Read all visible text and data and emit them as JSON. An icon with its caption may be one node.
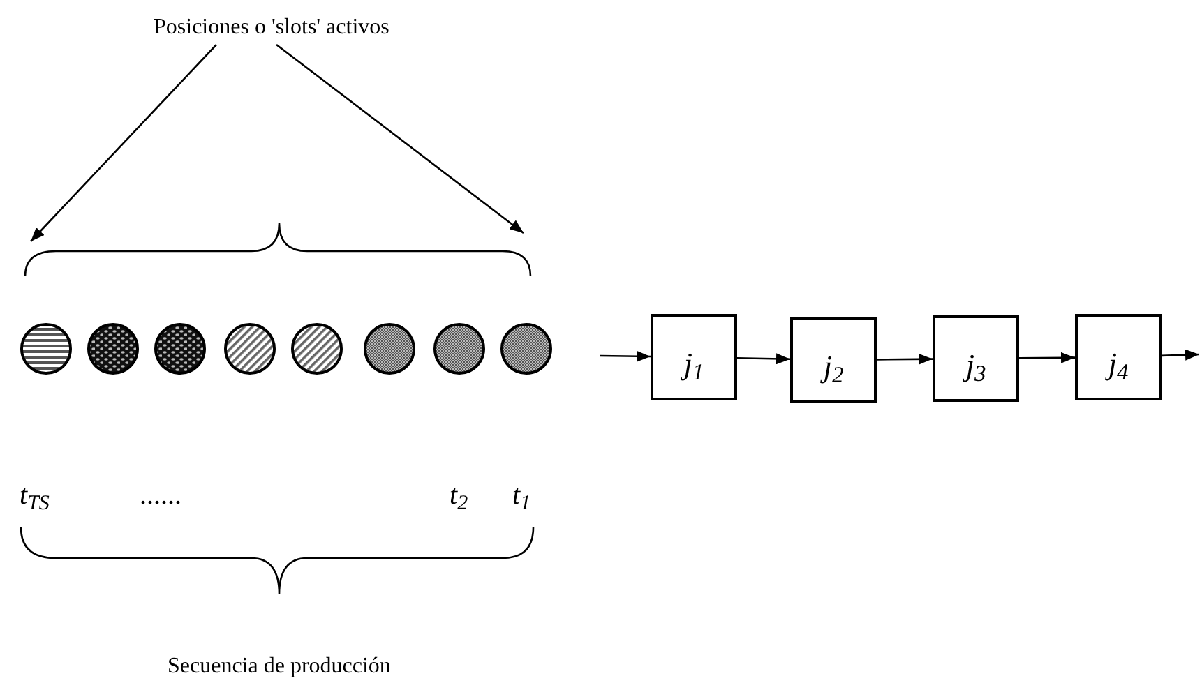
{
  "diagram": {
    "nodes": [
      {
        "text": [
          "Posiciones o 'slots' activos"
        ]
      },
      {
        "text": [],
        "shape": "circle"
      },
      {
        "text": [],
        "shape": "circle"
      },
      {
        "text": [],
        "shape": "circle"
      },
      {
        "text": [],
        "shape": "circle"
      },
      {
        "text": [],
        "shape": "circle"
      },
      {
        "text": [],
        "shape": "circle"
      },
      {
        "text": [],
        "shape": "circle"
      },
      {
        "text": [],
        "shape": "circle"
      },
      {
        "text": [
          "j$_{1}$"
        ]
      },
      {
        "text": [
          "j$_{2}$"
        ]
      },
      {
        "text": [
          "j$_{3}$"
        ]
      },
      {
        "text": [
          "j$_{4}$"
        ]
      }
    ],
    "edges": [
      {
        "from": 0,
        "to": null,
        "arrow": "to"
      },
      {
        "from": 0,
        "to": null,
        "arrow": "to"
      },
      {
        "from": null,
        "to": 9,
        "arrow": "to"
      },
      {
        "from": 9,
        "to": 10,
        "arrow": "to"
      },
      {
        "from": 10,
        "to": 11,
        "arrow": "to"
      },
      {
        "from": 11,
        "to": 12,
        "arrow": "to"
      },
      {
        "from": 12,
        "to": null,
        "arrow": "to"
      }
    ],
    "labels": [
      "t$_{TS}$",
      "......",
      "t$_{2}$",
      "t$_{1}$",
      "Secuencia de producción"
    ]
  }
}
